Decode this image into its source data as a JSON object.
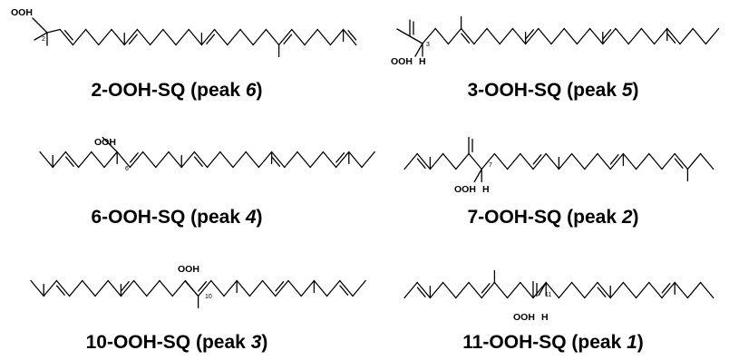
{
  "structures": [
    {
      "key": "s1",
      "group": "OOH",
      "position_label": "2",
      "caption_main": "2-OOH-SQ (peak ",
      "peak": "6",
      "caption_close": ")"
    },
    {
      "key": "s2",
      "group": "OOH",
      "hydrogen": "H",
      "position_label": "3",
      "caption_main": "3-OOH-SQ (peak ",
      "peak": "5",
      "caption_close": ")"
    },
    {
      "key": "s3",
      "group": "OOH",
      "position_label": "6",
      "caption_main": "6-OOH-SQ (peak ",
      "peak": "4",
      "caption_close": ")"
    },
    {
      "key": "s4",
      "group": "OOH",
      "hydrogen": "H",
      "position_label": "7",
      "caption_main": "7-OOH-SQ (peak ",
      "peak": "2",
      "caption_close": ")"
    },
    {
      "key": "s5",
      "group": "OOH",
      "position_label": "10",
      "caption_main": "10-OOH-SQ (peak ",
      "peak": "3",
      "caption_close": ")"
    },
    {
      "key": "s6",
      "group": "OOH",
      "hydrogen": "H",
      "position_label": "11",
      "caption_main": "11-OOH-SQ (peak ",
      "peak": "1",
      "caption_close": ")"
    }
  ]
}
